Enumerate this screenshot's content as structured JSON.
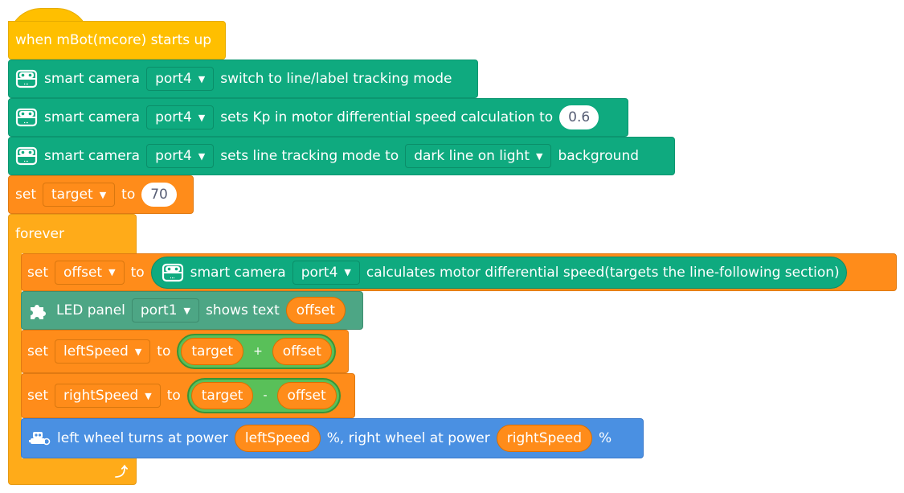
{
  "colors": {
    "events": "#FFBF00",
    "smart_camera": "#0FAA7F",
    "variables": "#FF8C1A",
    "control": "#FFAB19",
    "extension": "#4DA685",
    "motion": "#4A90E2",
    "operators": "#59C059"
  },
  "script": {
    "hat": {
      "label": "when mBot(mcore) starts up"
    },
    "cam1": {
      "label": "smart camera",
      "port": "port4",
      "text": "switch to line/label tracking mode",
      "icon": "smart-camera-icon"
    },
    "cam2": {
      "label": "smart camera",
      "port": "port4",
      "text": "sets Kp in motor differential speed calculation to",
      "value": "0.6",
      "icon": "smart-camera-icon"
    },
    "cam3": {
      "label": "smart camera",
      "port": "port4",
      "text": "sets line tracking mode to",
      "mode": "dark line on light",
      "suffix": "background",
      "icon": "smart-camera-icon"
    },
    "set_target": {
      "set": "set",
      "var": "target",
      "to": "to",
      "value": "70"
    },
    "forever": {
      "label": "forever",
      "loop_icon": "loop-arrow-icon"
    },
    "set_offset": {
      "set": "set",
      "var": "offset",
      "to": "to",
      "reporter": {
        "label": "smart camera",
        "port": "port4",
        "text": "calculates motor differential speed(targets the line-following section)"
      }
    },
    "led": {
      "label": "LED panel",
      "port": "port1",
      "text": "shows text",
      "value": "offset",
      "icon": "puzzle-icon"
    },
    "set_left": {
      "set": "set",
      "var": "leftSpeed",
      "to": "to",
      "a": "target",
      "op": "+",
      "b": "offset"
    },
    "set_right": {
      "set": "set",
      "var": "rightSpeed",
      "to": "to",
      "a": "target",
      "op": "-",
      "b": "offset"
    },
    "wheels": {
      "text1": "left wheel turns at power",
      "left": "leftSpeed",
      "text2": "%, right wheel at power",
      "right": "rightSpeed",
      "text3": "%",
      "icon": "mbot-icon"
    }
  }
}
